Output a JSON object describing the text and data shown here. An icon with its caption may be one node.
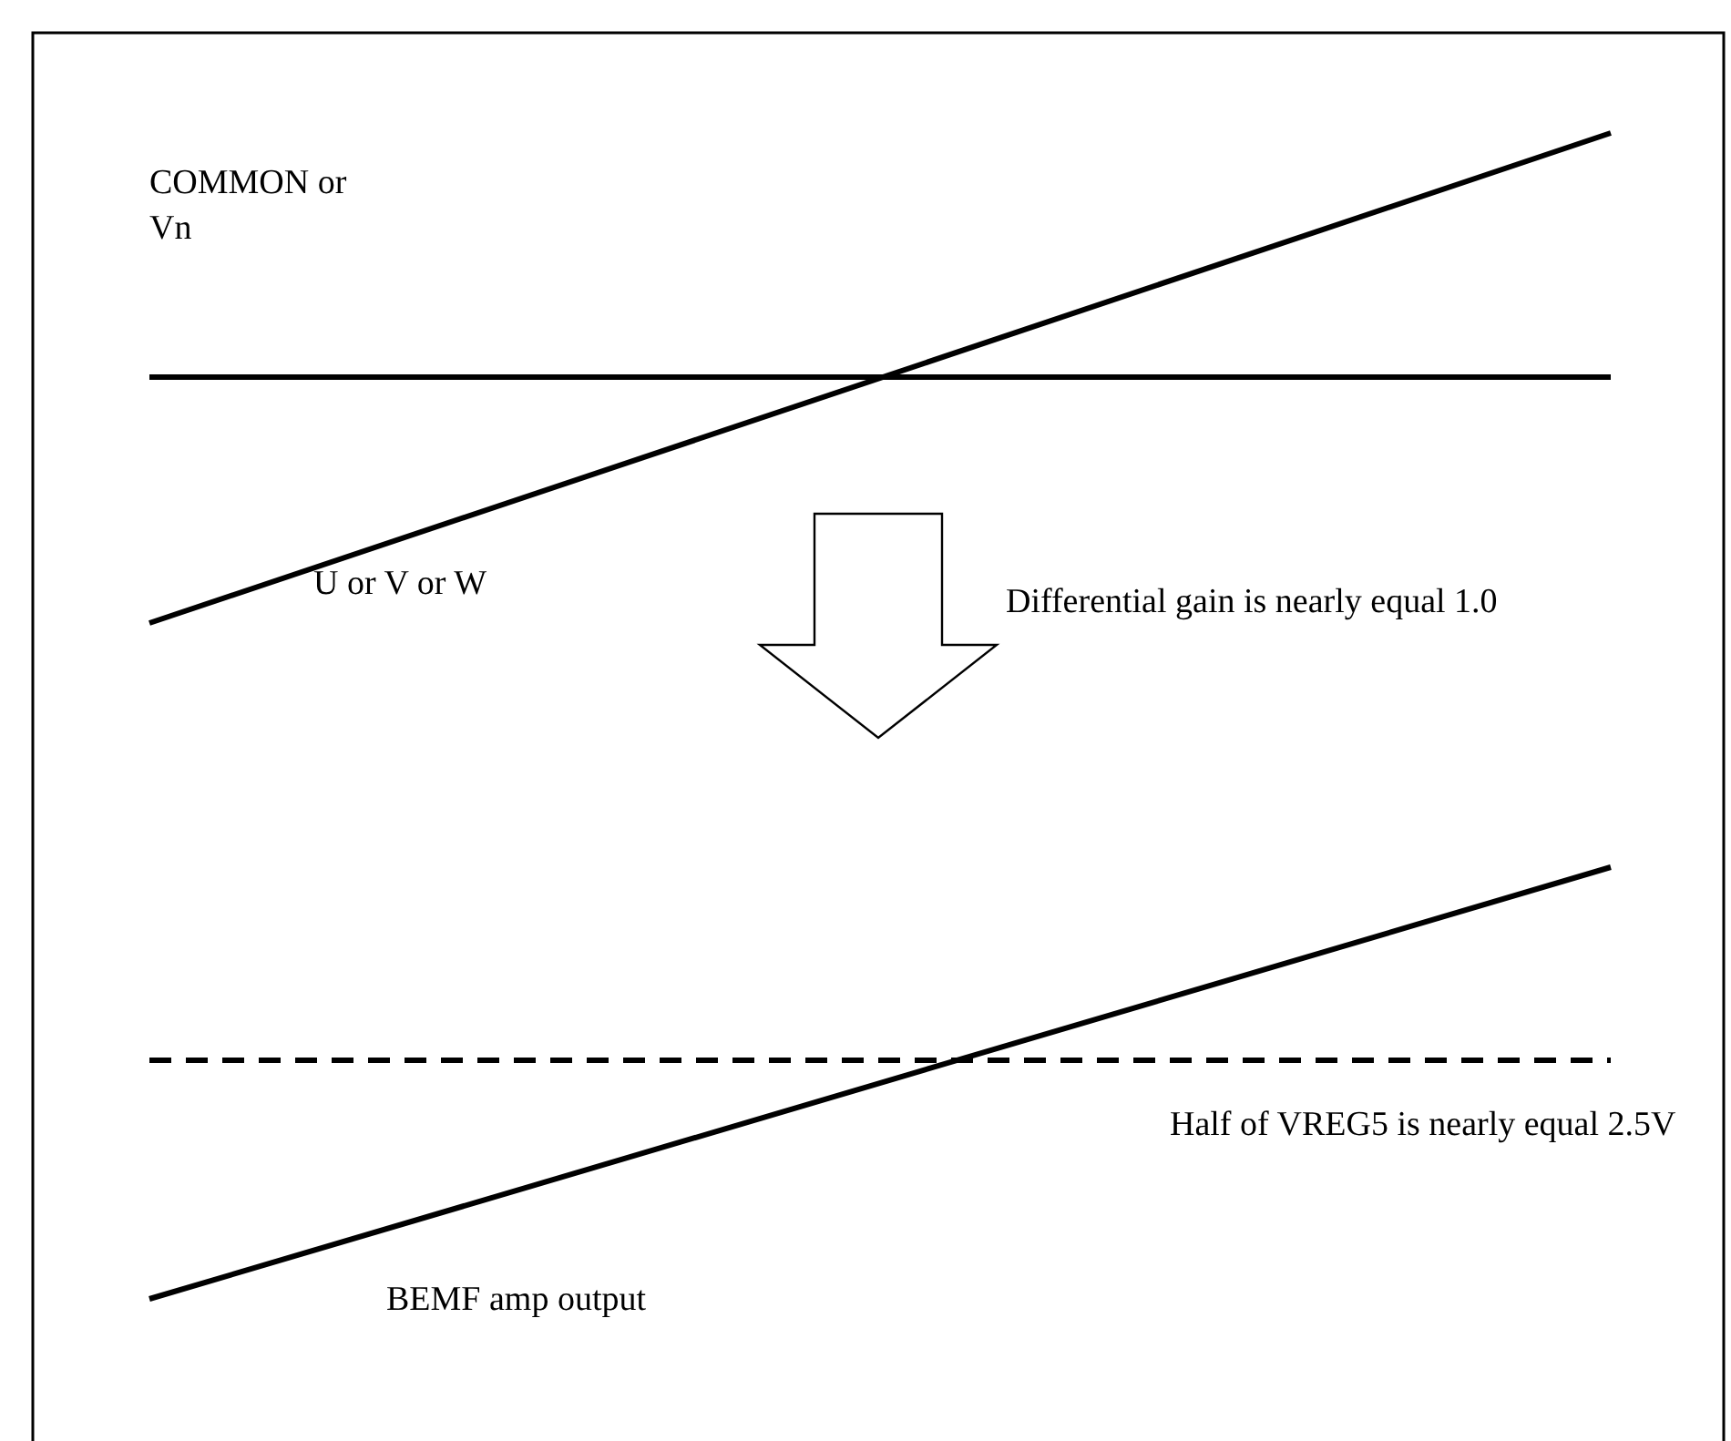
{
  "diagram": {
    "labels": [
      "COMMON or Vn",
      "U or V or W",
      "Differential gain is nearly equal 1.0",
      "Half of VREG5 is nearly equal 2.5V",
      "BEMF amp output"
    ]
  }
}
